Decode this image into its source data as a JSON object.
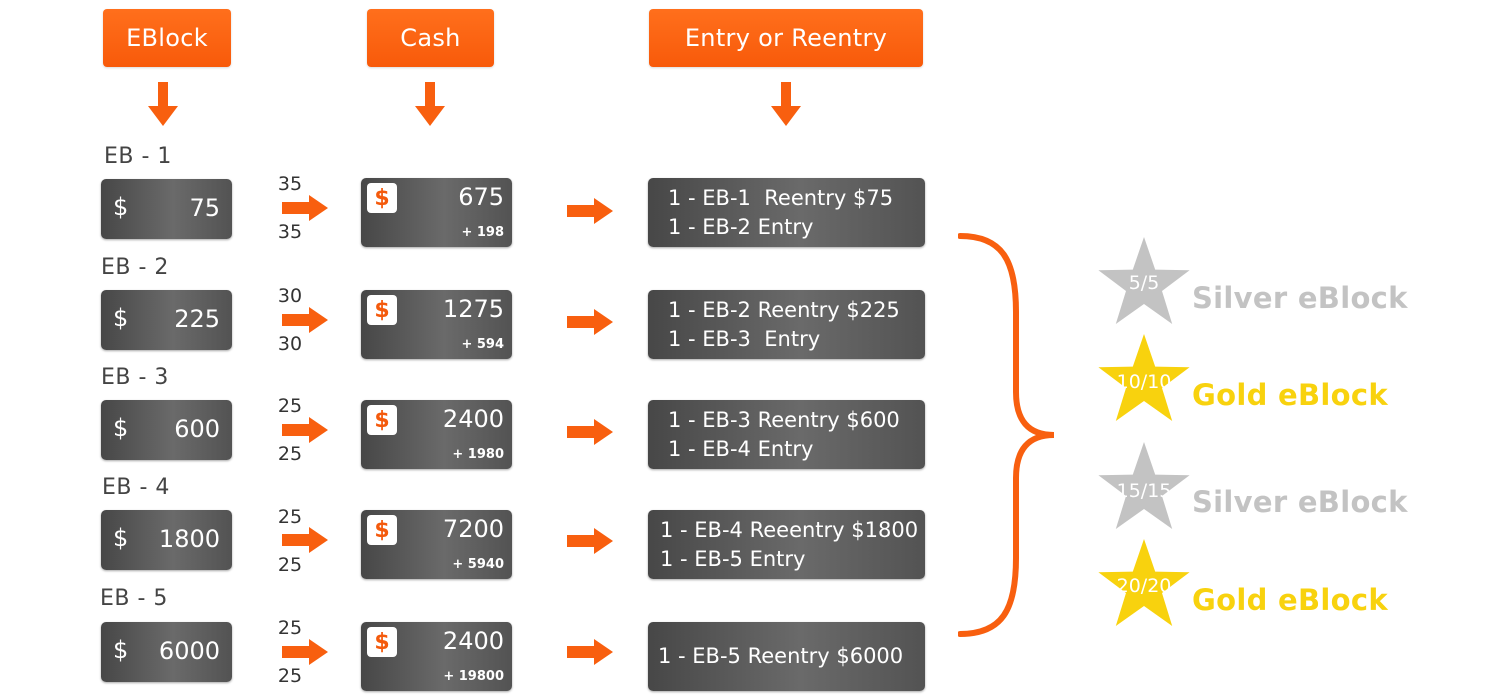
{
  "headers": {
    "eblock": "EBlock",
    "cash": "Cash",
    "entry": "Entry or Reentry"
  },
  "rows": [
    {
      "label": "EB - 1",
      "currency": "$",
      "eblock": "75",
      "top_num": "35",
      "bottom_num": "35",
      "cash": "675",
      "cash_sub": "+ 198",
      "entry_lines": [
        "1 - EB-1  Reentry $75",
        "1 - EB-2 Entry"
      ]
    },
    {
      "label": "EB - 2",
      "currency": "$",
      "eblock": "225",
      "top_num": "30",
      "bottom_num": "30",
      "cash": "1275",
      "cash_sub": "+ 594",
      "entry_lines": [
        "1 - EB-2 Reentry $225",
        "1 - EB-3  Entry"
      ]
    },
    {
      "label": "EB - 3",
      "currency": "$",
      "eblock": "600",
      "top_num": "25",
      "bottom_num": "25",
      "cash": "2400",
      "cash_sub": "+ 1980",
      "entry_lines": [
        "1 - EB-3 Reentry $600",
        "1 - EB-4 Entry"
      ]
    },
    {
      "label": "EB - 4",
      "currency": "$",
      "eblock": "1800",
      "top_num": "25",
      "bottom_num": "25",
      "cash": "7200",
      "cash_sub": "+ 5940",
      "entry_lines": [
        "1 - EB-4 Reeentry $1800",
        "1 - EB-5 Entry"
      ]
    },
    {
      "label": "EB - 5",
      "currency": "$",
      "eblock": "6000",
      "top_num": "25",
      "bottom_num": "25",
      "cash": "2400",
      "cash_sub": "+ 19800",
      "entry_lines": [
        "1 - EB-5 Reentry $6000"
      ]
    }
  ],
  "badges": [
    {
      "count": "5/5",
      "level": "Silver eBlock",
      "color": "#c3c3c3"
    },
    {
      "count": "10/10",
      "level": "Gold eBlock",
      "color": "#f8d20e"
    },
    {
      "count": "15/15",
      "level": "Silver eBlock",
      "color": "#c3c3c3"
    },
    {
      "count": "20/20",
      "level": "Gold eBlock",
      "color": "#f8d20e"
    }
  ],
  "colors": {
    "accent": "#f85f0f",
    "box_dark": "#4a4a4a",
    "silver": "#c3c3c3",
    "gold": "#f8d20e"
  }
}
